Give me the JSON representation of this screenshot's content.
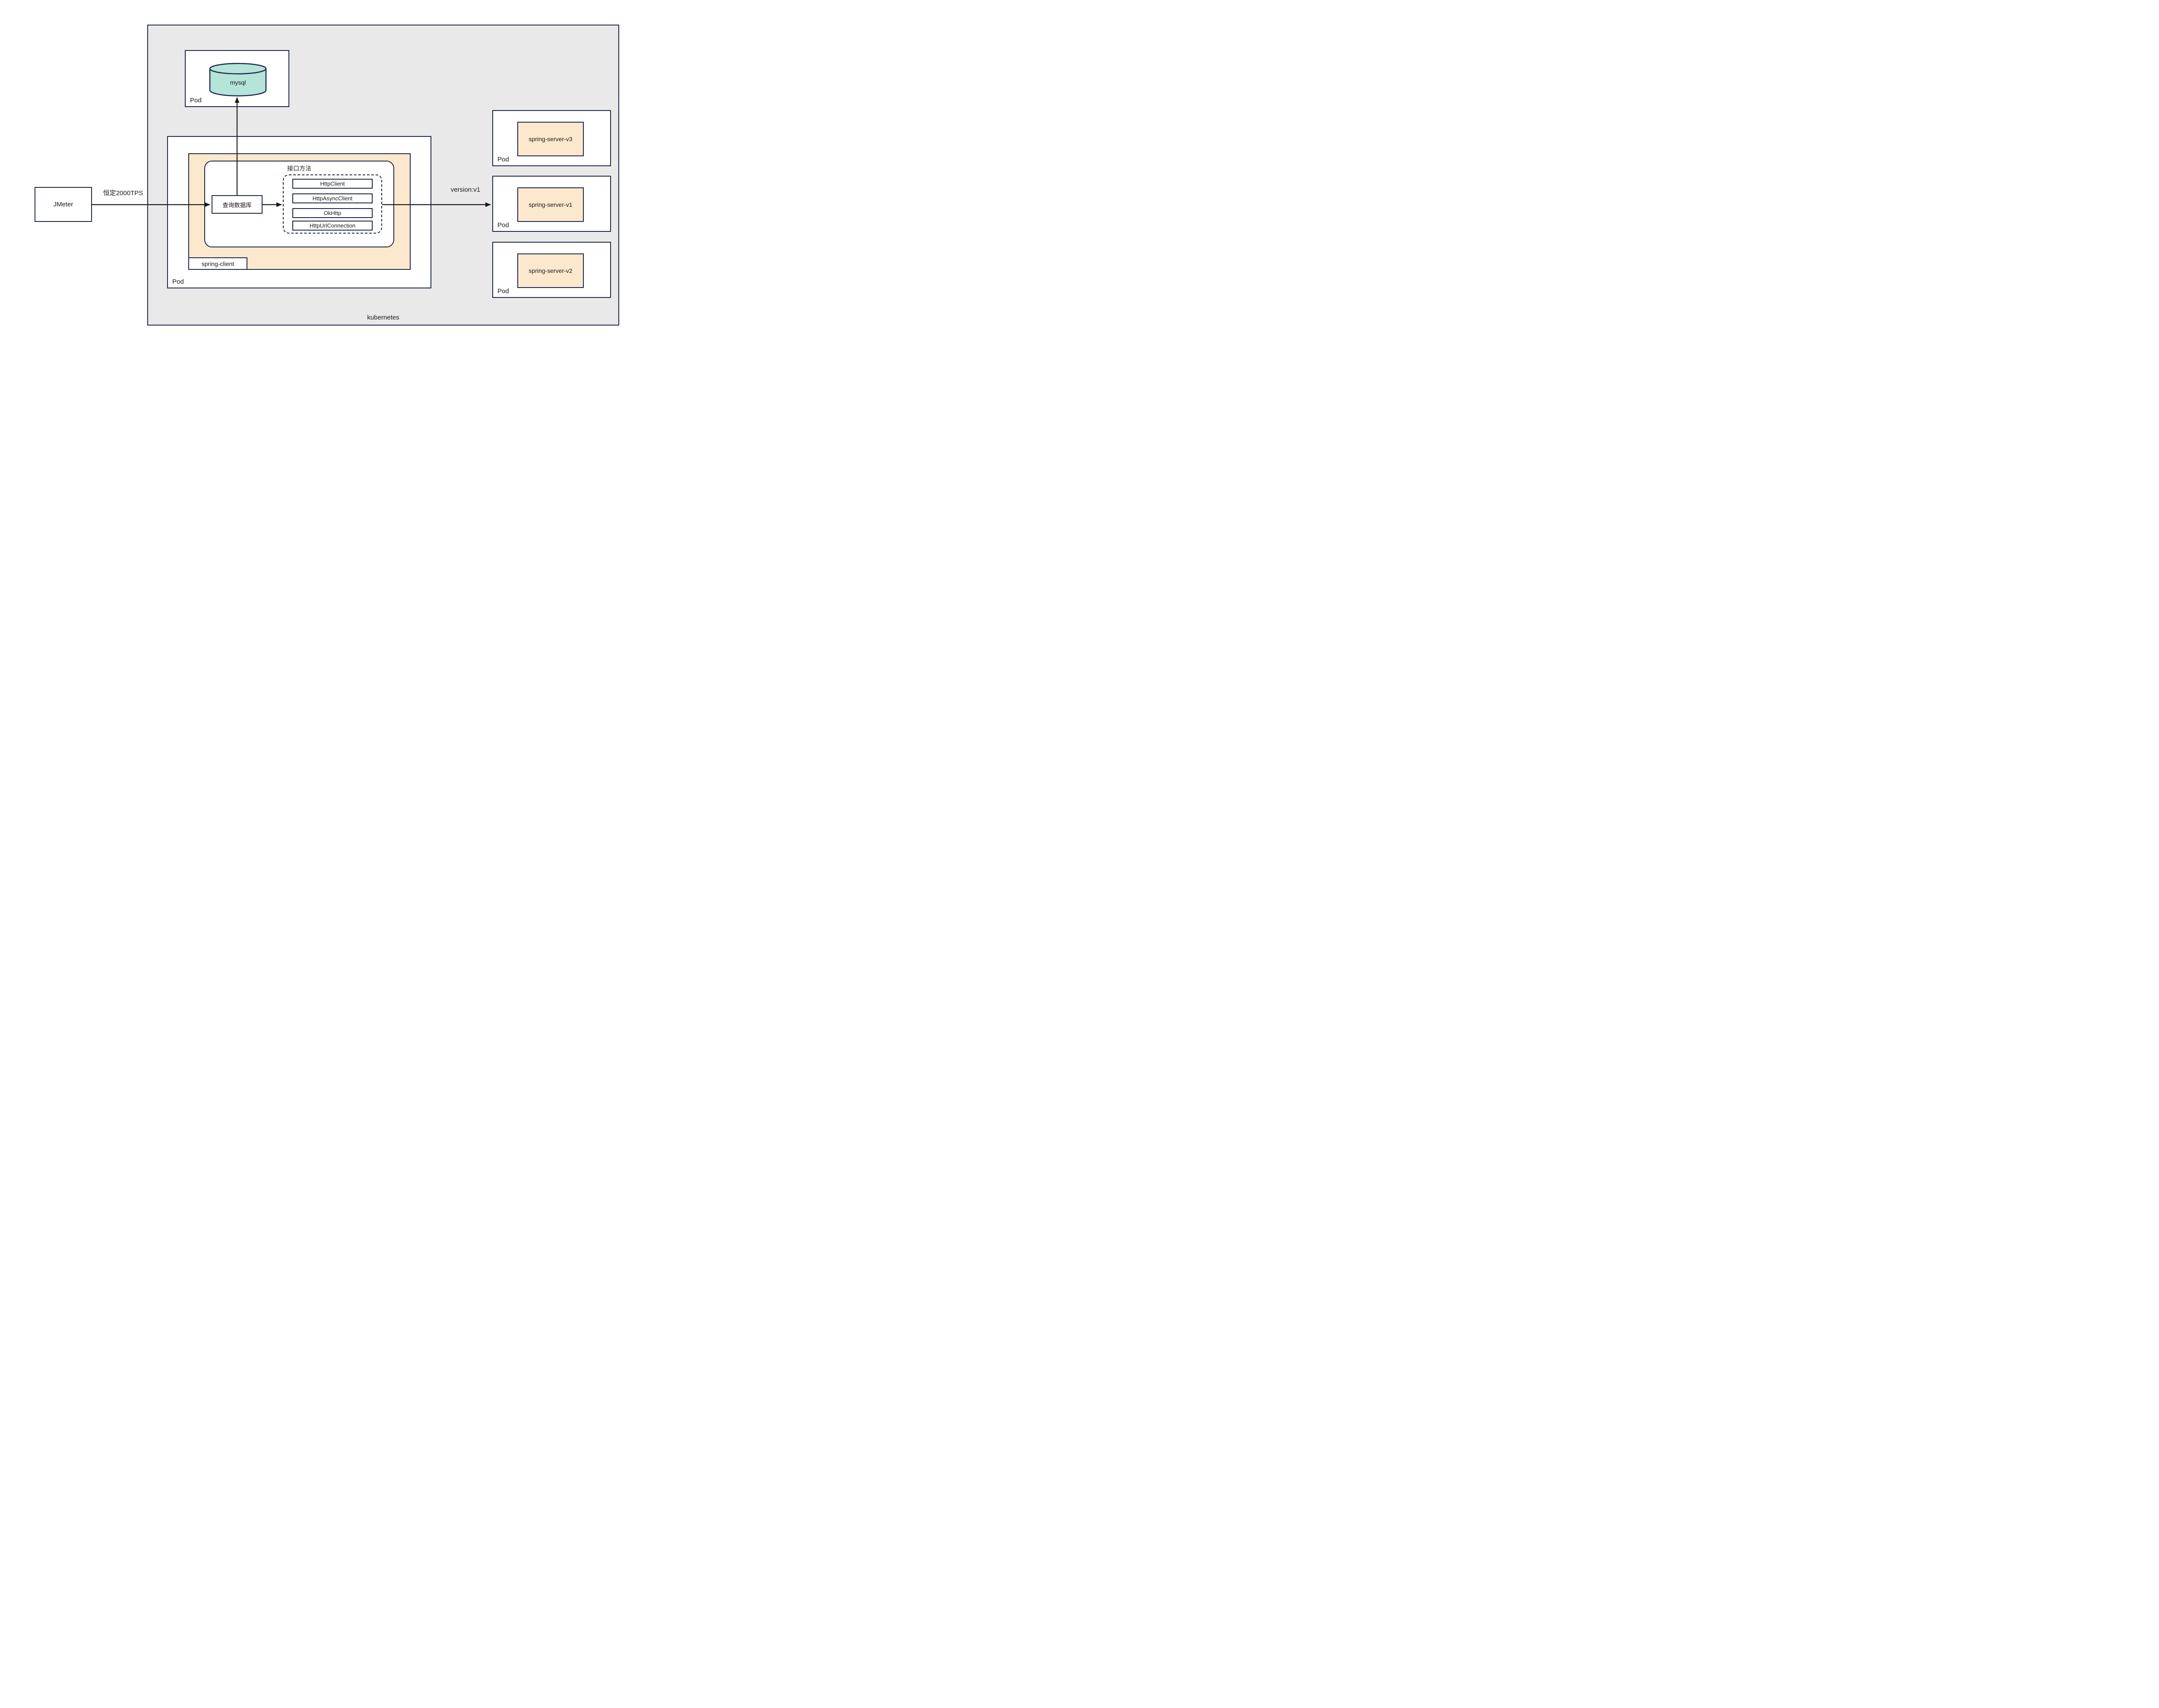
{
  "diagram": {
    "cluster": {
      "label": "kubernetes"
    },
    "jmeter": {
      "label": "JMeter"
    },
    "flow_labels": {
      "tps": "恒定2000TPS",
      "version": "version:v1"
    },
    "mysql_pod": {
      "pod": "Pod",
      "database": "mysql"
    },
    "client_pod": {
      "pod": "Pod",
      "app": "spring-client",
      "method_group": "接口方法",
      "query": "查询数据库",
      "http_clients": [
        "HttpClient",
        "HttpAsyncClient",
        "OkHttp",
        "HttpUrlConnection"
      ]
    },
    "server_pods": [
      {
        "pod": "Pod",
        "app": "spring-server-v3"
      },
      {
        "pod": "Pod",
        "app": "spring-server-v1"
      },
      {
        "pod": "Pod",
        "app": "spring-server-v2"
      }
    ],
    "colors": {
      "border": "#1b2647",
      "arrow": "#1a1a1a",
      "text": "#1a1a1a",
      "cluster_fill": "#e9e9e9",
      "pod_fill": "#ffffff",
      "app_fill": "#fce8cd",
      "db_fill": "#b5e4d9",
      "page_bg": "#ffffff"
    }
  }
}
